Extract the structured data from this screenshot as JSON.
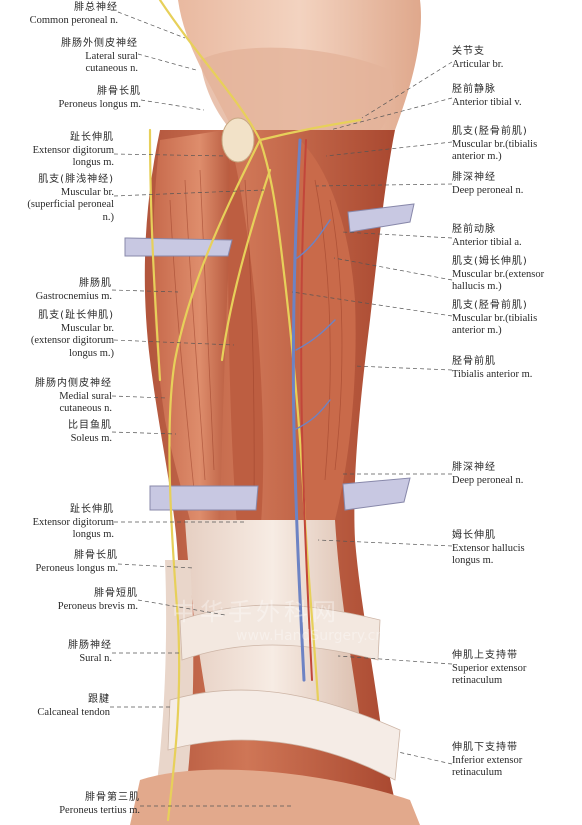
{
  "labels_left": [
    {
      "zh": "腓总神经",
      "en": [
        "Common peroneal n."
      ]
    },
    {
      "zh": "腓肠外侧皮神经",
      "en": [
        "Lateral sural",
        "cutaneous n."
      ]
    },
    {
      "zh": "腓骨长肌",
      "en": [
        "Peroneus longus m."
      ]
    },
    {
      "zh": "趾长伸肌",
      "en": [
        "Extensor digitorum",
        "longus m."
      ]
    },
    {
      "zh": "肌支(腓浅神经)",
      "en": [
        "Muscular br.",
        "(superficial peroneal",
        "n.)"
      ]
    },
    {
      "zh": "腓肠肌",
      "en": [
        "Gastrocnemius m."
      ]
    },
    {
      "zh": "肌支(趾长伸肌)",
      "en": [
        "Muscular br.",
        "(extensor digitorum",
        "longus m.)"
      ]
    },
    {
      "zh": "腓肠内侧皮神经",
      "en": [
        "Medial sural",
        "cutaneous n."
      ]
    },
    {
      "zh": "比目鱼肌",
      "en": [
        "Soleus m."
      ]
    },
    {
      "zh": "趾长伸肌",
      "en": [
        "Extensor digitorum",
        "longus m."
      ]
    },
    {
      "zh": "腓骨长肌",
      "en": [
        "Peroneus longus m."
      ]
    },
    {
      "zh": "腓骨短肌",
      "en": [
        "Peroneus brevis m."
      ]
    },
    {
      "zh": "腓肠神经",
      "en": [
        "Sural n."
      ]
    },
    {
      "zh": "跟腱",
      "en": [
        "Calcaneal tendon"
      ]
    },
    {
      "zh": "腓骨第三肌",
      "en": [
        "Peroneus tertius m."
      ]
    }
  ],
  "labels_right": [
    {
      "zh": "关节支",
      "en": [
        "Articular br."
      ]
    },
    {
      "zh": "胫前静脉",
      "en": [
        "Anterior tibial v."
      ]
    },
    {
      "zh": "肌支(胫骨前肌)",
      "en": [
        "Muscular br.(tibialis",
        "anterior m.)"
      ]
    },
    {
      "zh": "腓深神经",
      "en": [
        "Deep peroneal n."
      ]
    },
    {
      "zh": "胫前动脉",
      "en": [
        "Anterior tibial a."
      ]
    },
    {
      "zh": "肌支(姆长伸肌)",
      "en": [
        "Muscular br.(extensor",
        "hallucis m.)"
      ]
    },
    {
      "zh": "肌支(胫骨前肌)",
      "en": [
        "Muscular br.(tibialis",
        "anterior m.)"
      ]
    },
    {
      "zh": "胫骨前肌",
      "en": [
        "Tibialis anterior m."
      ]
    },
    {
      "zh": "腓深神经",
      "en": [
        "Deep peroneal n."
      ]
    },
    {
      "zh": "姆长伸肌",
      "en": [
        "Extensor hallucis",
        "longus m."
      ]
    },
    {
      "zh": "伸肌上支持带",
      "en": [
        "Superior extensor",
        "retinaculum"
      ]
    },
    {
      "zh": "伸肌下支持带",
      "en": [
        "Inferior extensor",
        "retinaculum"
      ]
    }
  ],
  "watermark": {
    "zh": "中华手外科网",
    "en": "www.HandSurgery.cn"
  }
}
